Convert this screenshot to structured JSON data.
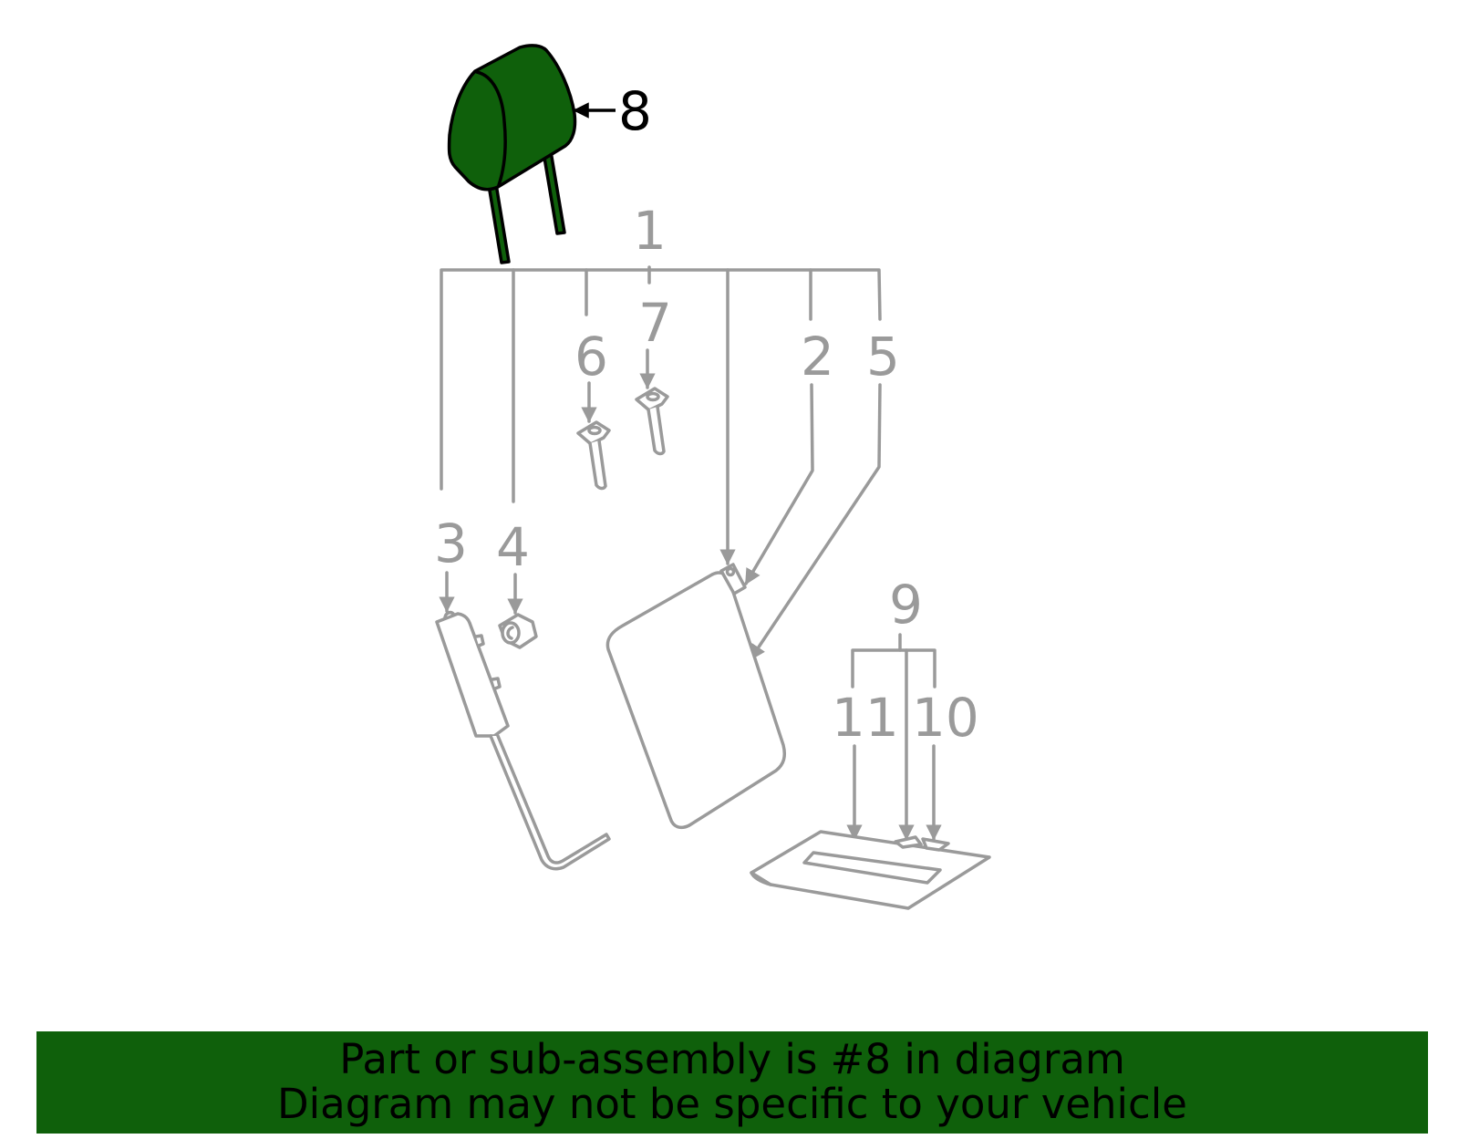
{
  "diagram": {
    "highlight_part": "8",
    "colors": {
      "highlight": "#0f600b",
      "lines": "#9a9a9a",
      "callout_active": "#000000"
    },
    "callouts": {
      "c1": "1",
      "c2": "2",
      "c3": "3",
      "c4": "4",
      "c5": "5",
      "c6": "6",
      "c7": "7",
      "c8": "8",
      "c9": "9",
      "c10": "10",
      "c11": "11"
    }
  },
  "banner": {
    "line1": "Part or sub-assembly is #8 in diagram",
    "line2": "Diagram may not be specific to your vehicle",
    "background": "#0f600b"
  }
}
